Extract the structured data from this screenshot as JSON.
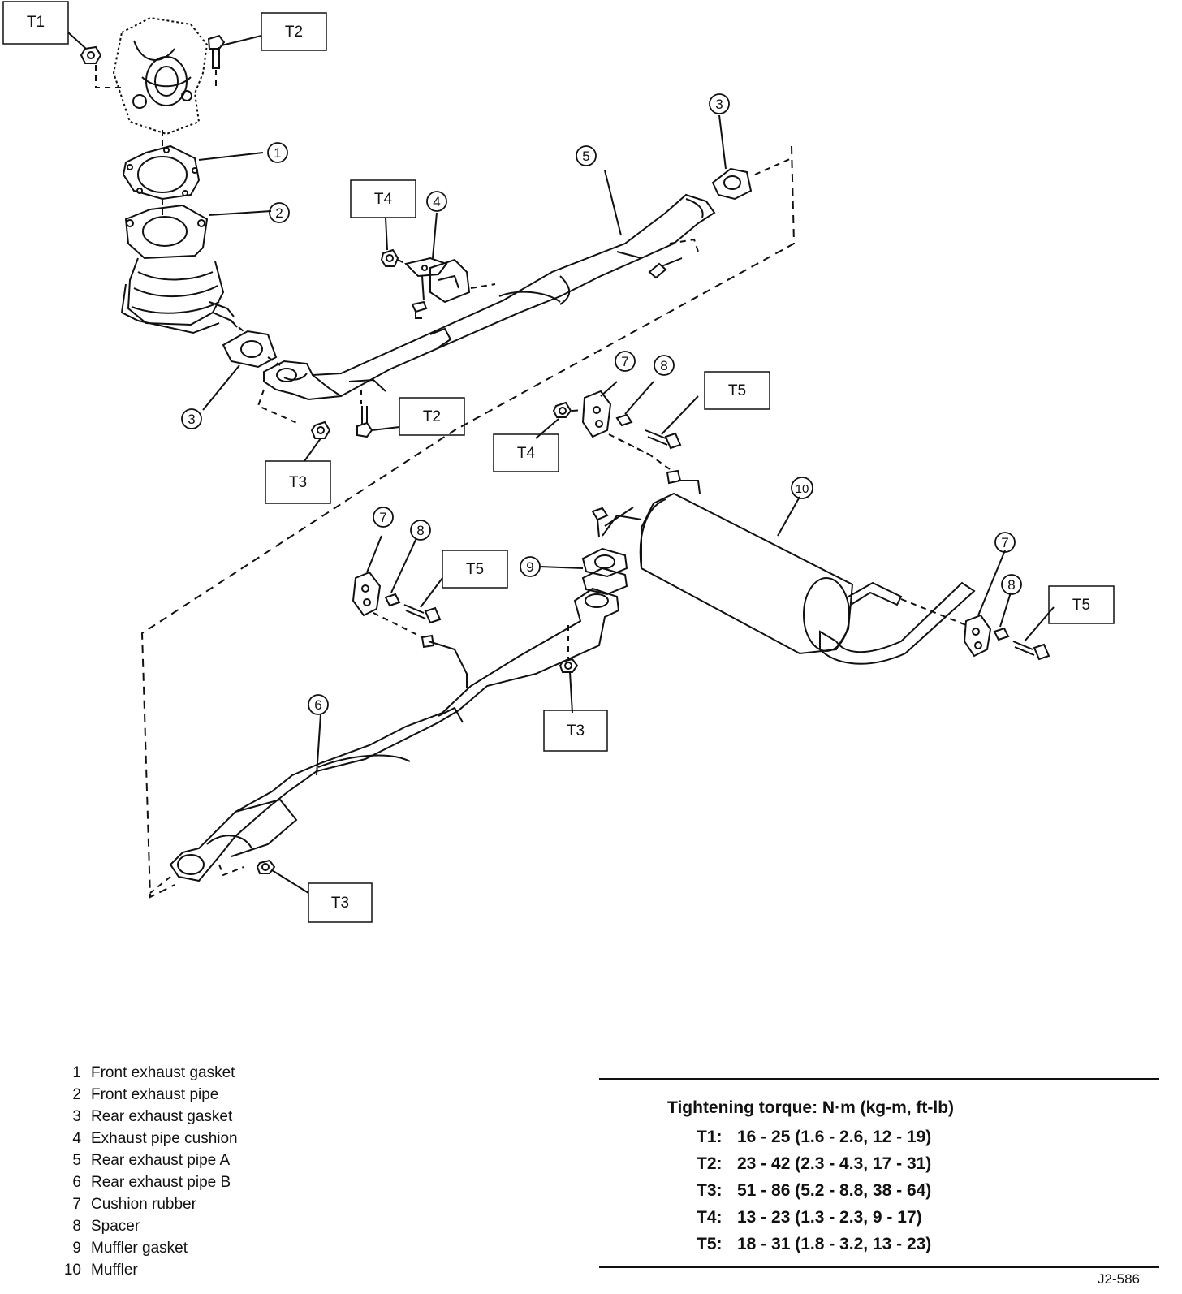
{
  "callouts": {
    "t1": "T1",
    "t2": "T2",
    "t2b": "T2",
    "t3a": "T3",
    "t3b": "T3",
    "t3c": "T3",
    "t4a": "T4",
    "t4b": "T4",
    "t5a": "T5",
    "t5b": "T5",
    "t5c": "T5"
  },
  "item_markers": {
    "m1": "1",
    "m2": "2",
    "m3a": "3",
    "m3b": "3",
    "m4": "4",
    "m5": "5",
    "m6": "6",
    "m7a": "7",
    "m7b": "7",
    "m7c": "7",
    "m8a": "8",
    "m8b": "8",
    "m8c": "8",
    "m9": "9",
    "m10": "10"
  },
  "legend": [
    {
      "num": "1",
      "label": "Front exhaust gasket"
    },
    {
      "num": "2",
      "label": "Front exhaust pipe"
    },
    {
      "num": "3",
      "label": "Rear exhaust gasket"
    },
    {
      "num": "4",
      "label": "Exhaust pipe cushion"
    },
    {
      "num": "5",
      "label": "Rear exhaust pipe A"
    },
    {
      "num": "6",
      "label": "Rear exhaust pipe B"
    },
    {
      "num": "7",
      "label": "Cushion rubber"
    },
    {
      "num": "8",
      "label": "Spacer"
    },
    {
      "num": "9",
      "label": "Muffler gasket"
    },
    {
      "num": "10",
      "label": "Muffler"
    }
  ],
  "torque": {
    "heading": "Tightening torque:  N·m (kg-m, ft-lb)",
    "rows": [
      {
        "label": "T1:",
        "value": "16 - 25 (1.6 - 2.6, 12 - 19)"
      },
      {
        "label": "T2:",
        "value": "23 - 42 (2.3 - 4.3, 17 - 31)"
      },
      {
        "label": "T3:",
        "value": "51 - 86 (5.2 - 8.8, 38 - 64)"
      },
      {
        "label": "T4:",
        "value": "13 - 23 (1.3 - 2.3, 9 - 17)"
      },
      {
        "label": "T5:",
        "value": "18 - 31 (1.8 - 3.2, 13 - 23)"
      }
    ]
  },
  "drawing_code": "J2-586"
}
